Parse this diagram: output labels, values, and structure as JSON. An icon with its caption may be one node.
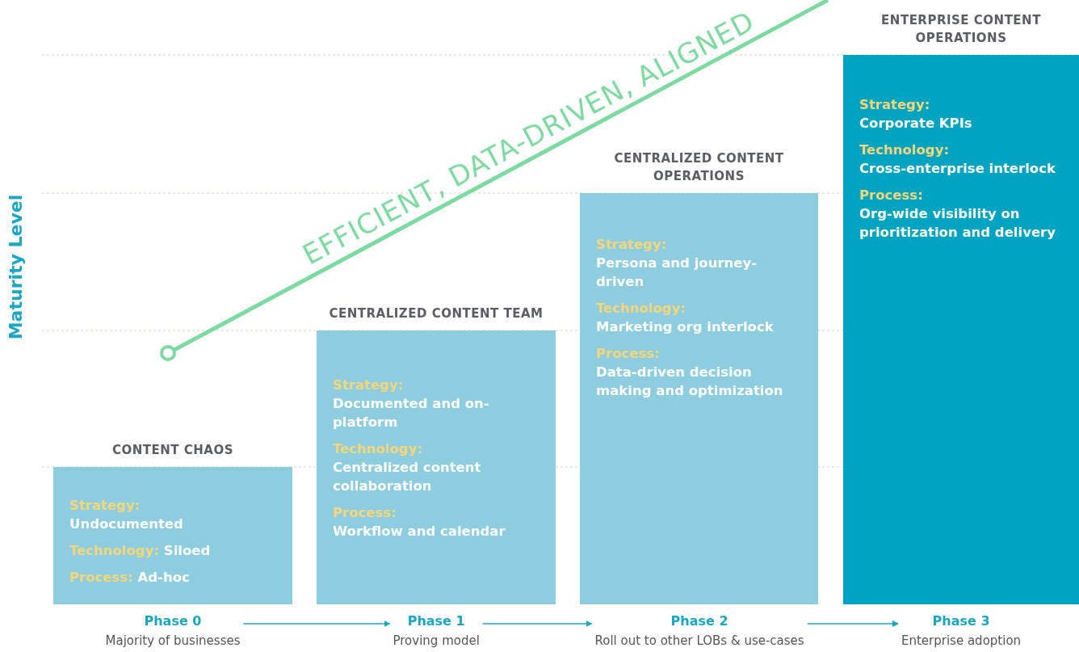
{
  "diagram": {
    "nodes": [
      {
        "text": [
          "CONTENT CHAOS",
          "Strategy:",
          "Undocumented",
          "Technology:",
          "Siloed",
          "Process:",
          "Ad-hoc"
        ]
      },
      {
        "text": [
          "CENTRALIZED CONTENT TEAM",
          "Strategy:",
          "Documented and on-platform",
          "Technology:",
          "Centralized content collaboration",
          "Process:",
          "Workflow and calendar"
        ]
      },
      {
        "text": [
          "CENTRALIZED CONTENT OPERATIONS",
          "Strategy:",
          "Persona and journey-driven",
          "Technology:",
          "Marketing org interlock",
          "Process:",
          "Data-driven decision making and optimization"
        ]
      },
      {
        "text": [
          "ENTERPRISE CONTENT OPERATIONS",
          "Strategy:",
          "Corporate KPIs",
          "Technology:",
          "Cross-enterprise interlock",
          "Process:",
          "Org-wide visibility on prioritization and delivery"
        ]
      },
      {
        "text": [
          "Phase 0",
          "Majority of businesses"
        ]
      },
      {
        "text": [
          "Phase 1",
          "Proving model"
        ]
      },
      {
        "text": [
          "Phase 2",
          "Roll out to other LOBs & use-cases"
        ]
      },
      {
        "text": [
          "Phase 3",
          "Enterprise adoption"
        ]
      }
    ],
    "edges": [
      {
        "from": 4,
        "to": 5,
        "arrow": "to"
      },
      {
        "from": 5,
        "to": 6,
        "arrow": "to"
      },
      {
        "from": 6,
        "to": 7,
        "arrow": "to"
      }
    ],
    "labels": [
      "EFFICIENT, DATA-DRIVEN, ALIGNED",
      "Maturity Level"
    ]
  }
}
